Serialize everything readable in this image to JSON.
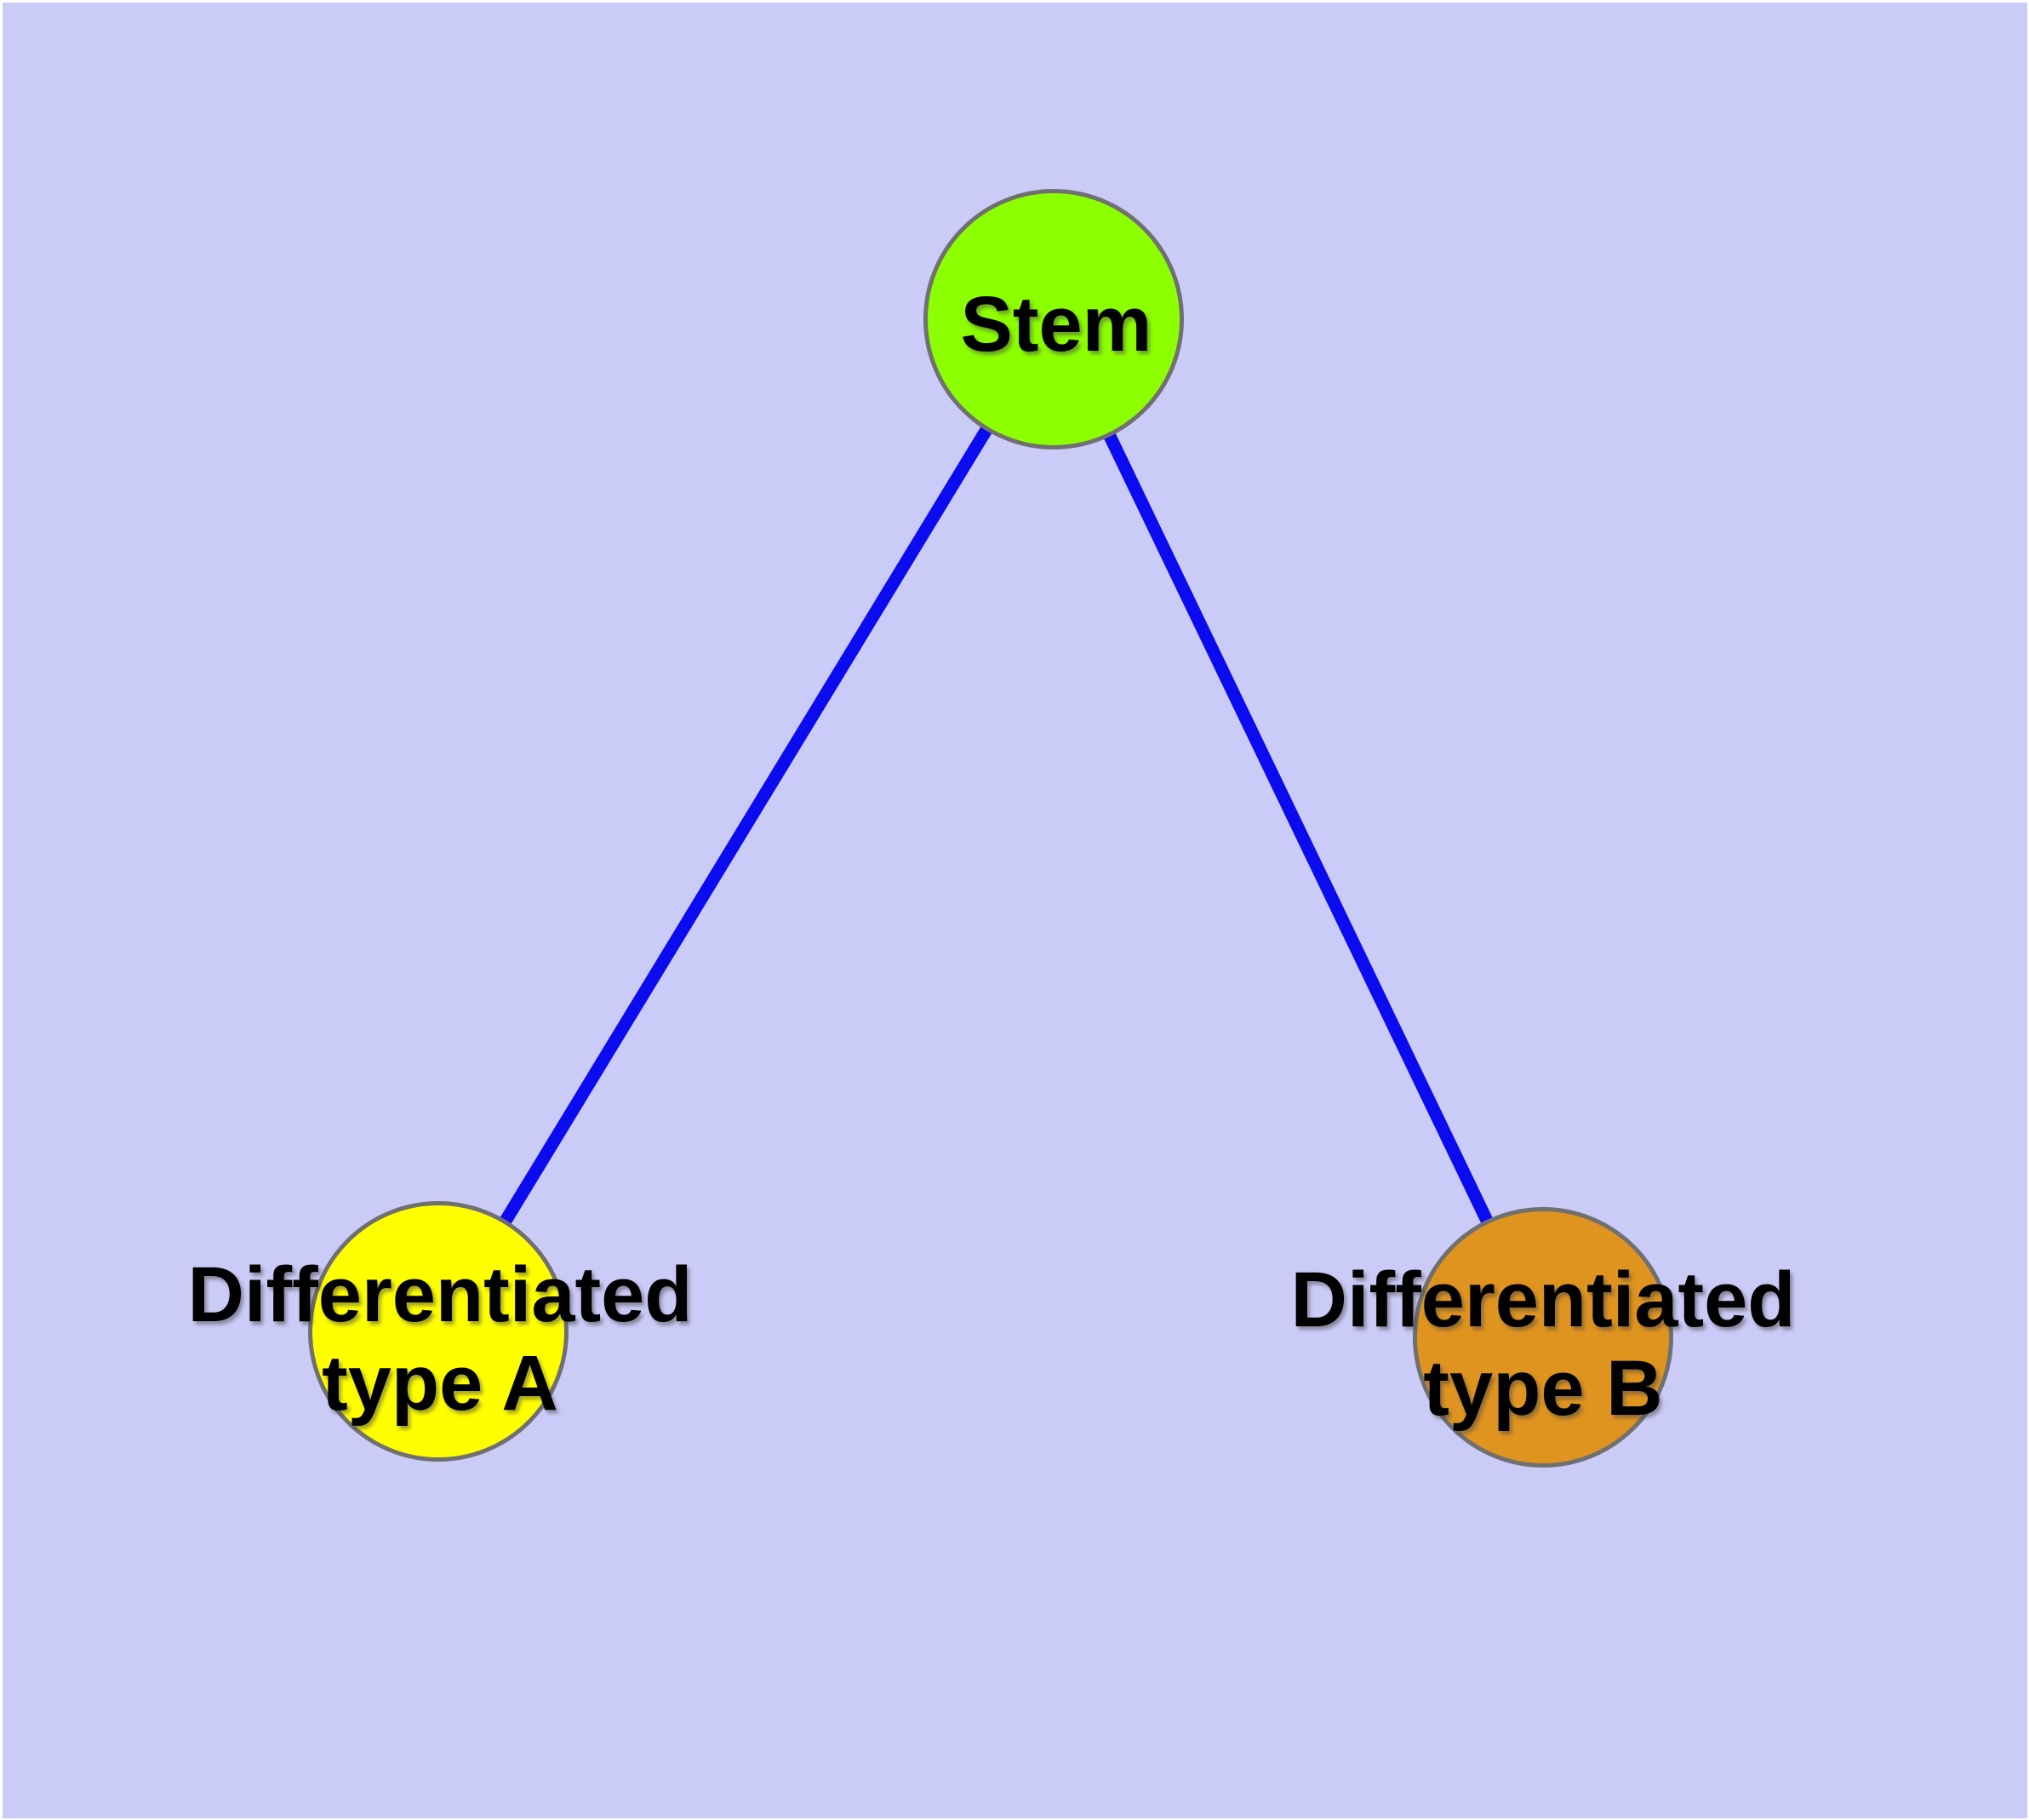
{
  "diagram": {
    "type": "node-link-graph",
    "background_color": "#CBCBF8",
    "page_margin_color": "#FFFFFF",
    "edge_color": "#0B0BF0",
    "node_border_color": "#707070",
    "label_color": "#000000",
    "nodes": [
      {
        "id": "stem",
        "label": "Stem",
        "fill_color": "#8CFF00"
      },
      {
        "id": "type-a",
        "label_line1": "Differentiated",
        "label_line2": "type A",
        "fill_color": "#FFFF00"
      },
      {
        "id": "type-b",
        "label_line1": "Differentiated",
        "label_line2": "type B",
        "fill_color": "#E09420"
      }
    ],
    "edges": [
      {
        "from": "stem",
        "to": "type-a"
      },
      {
        "from": "stem",
        "to": "type-b"
      }
    ]
  }
}
